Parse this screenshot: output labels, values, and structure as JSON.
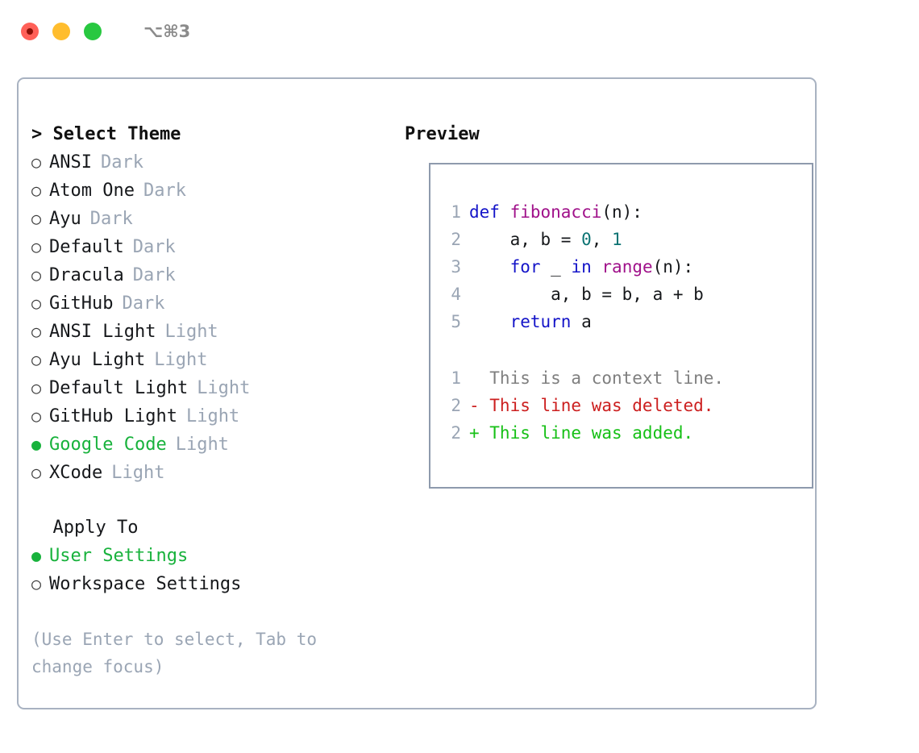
{
  "window": {
    "shortcut_title": "⌥⌘3",
    "traffic_lights": [
      {
        "name": "close-button",
        "color": "#ff6058"
      },
      {
        "name": "minimize-button",
        "color": "#ffbd2e"
      },
      {
        "name": "maximize-button",
        "color": "#28c840"
      }
    ]
  },
  "theme_panel": {
    "header": "> Select Theme",
    "items": [
      {
        "bullet": "○",
        "name": "ANSI",
        "kind": "Dark",
        "selected": false
      },
      {
        "bullet": "○",
        "name": "Atom One",
        "kind": "Dark",
        "selected": false
      },
      {
        "bullet": "○",
        "name": "Ayu",
        "kind": "Dark",
        "selected": false
      },
      {
        "bullet": "○",
        "name": "Default",
        "kind": "Dark",
        "selected": false
      },
      {
        "bullet": "○",
        "name": "Dracula",
        "kind": "Dark",
        "selected": false
      },
      {
        "bullet": "○",
        "name": "GitHub",
        "kind": "Dark",
        "selected": false
      },
      {
        "bullet": "○",
        "name": "ANSI Light",
        "kind": "Light",
        "selected": false
      },
      {
        "bullet": "○",
        "name": "Ayu Light",
        "kind": "Light",
        "selected": false
      },
      {
        "bullet": "○",
        "name": "Default Light",
        "kind": "Light",
        "selected": false
      },
      {
        "bullet": "○",
        "name": "GitHub Light",
        "kind": "Light",
        "selected": false
      },
      {
        "bullet": "●",
        "name": "Google Code",
        "kind": "Light",
        "selected": true
      },
      {
        "bullet": "○",
        "name": "XCode",
        "kind": "Light",
        "selected": false
      }
    ]
  },
  "apply_to": {
    "header": "  Apply To",
    "items": [
      {
        "bullet": "●",
        "name": "User Settings",
        "kind": "",
        "selected": true
      },
      {
        "bullet": "○",
        "name": "Workspace Settings",
        "kind": "",
        "selected": false
      }
    ]
  },
  "hint": "(Use Enter to select, Tab to change focus)",
  "preview": {
    "header": "Preview",
    "code_lines": [
      {
        "no": "1",
        "tokens": [
          {
            "t": "def ",
            "c": "kw"
          },
          {
            "t": "fibonacci",
            "c": "fn"
          },
          {
            "t": "(n):",
            "c": "punc"
          }
        ]
      },
      {
        "no": "2",
        "tokens": [
          {
            "t": "    a, b = ",
            "c": "plain"
          },
          {
            "t": "0",
            "c": "num"
          },
          {
            "t": ", ",
            "c": "plain"
          },
          {
            "t": "1",
            "c": "num"
          }
        ]
      },
      {
        "no": "3",
        "tokens": [
          {
            "t": "    ",
            "c": "plain"
          },
          {
            "t": "for",
            "c": "kw"
          },
          {
            "t": " _ ",
            "c": "plain"
          },
          {
            "t": "in",
            "c": "kw"
          },
          {
            "t": " ",
            "c": "plain"
          },
          {
            "t": "range",
            "c": "fn"
          },
          {
            "t": "(n):",
            "c": "punc"
          }
        ]
      },
      {
        "no": "4",
        "tokens": [
          {
            "t": "        a, b = b, a + b",
            "c": "plain"
          }
        ]
      },
      {
        "no": "5",
        "tokens": [
          {
            "t": "    ",
            "c": "plain"
          },
          {
            "t": "return",
            "c": "kw"
          },
          {
            "t": " a",
            "c": "plain"
          }
        ]
      }
    ],
    "diff_lines": [
      {
        "no": "1",
        "text": "  This is a context line.",
        "kind": "ctx"
      },
      {
        "no": "2",
        "text": "- This line was deleted.",
        "kind": "del"
      },
      {
        "no": "2",
        "text": "+ This line was added.",
        "kind": "add"
      }
    ]
  },
  "colors": {
    "accent_green": "#18b23c",
    "muted": "#9aa5b4",
    "keyword": "#1414c8",
    "function": "#a0118a",
    "number": "#0b7373",
    "diff_add": "#16c016",
    "diff_del": "#cc1f1f",
    "panel_border": "#a8b2c1",
    "preview_border": "#8e9aad"
  }
}
